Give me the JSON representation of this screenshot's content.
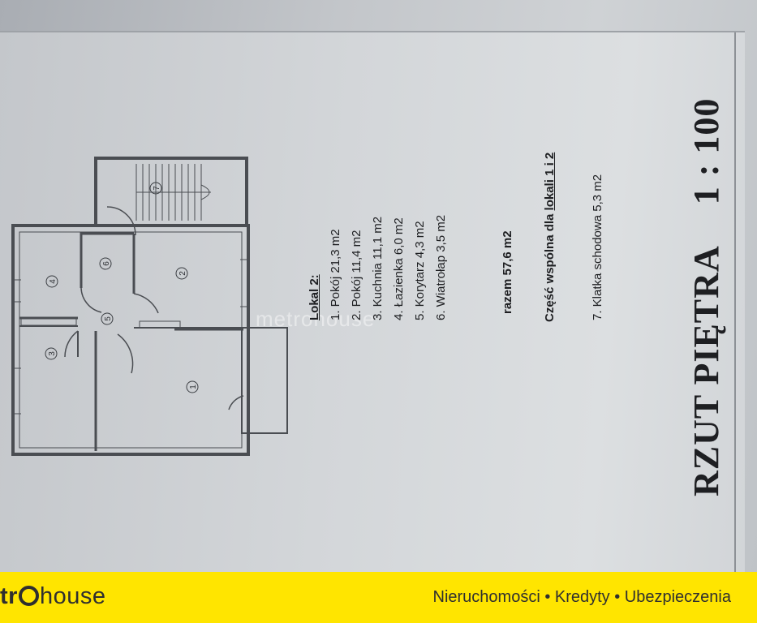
{
  "plan": {
    "room_markers": [
      "1",
      "2",
      "3",
      "4",
      "5",
      "6",
      "7"
    ]
  },
  "legend": {
    "heading": "Lokal 2:",
    "rooms": [
      "1. Pokój 21,3 m2",
      "2. Pokój 11,4 m2",
      "3. Kuchnia 11,1 m2",
      "4. Łazienka 6,0 m2",
      "5. Korytarz 4,3 m2",
      "6. Wiatrołap 3,5 m2"
    ],
    "total": "razem 57,6 m2"
  },
  "common_part": {
    "heading_start": "Część wspólna dla ",
    "heading_underlined": "lokali 1 i 2",
    "item": "7. Klatka schodowa 5,3 m2"
  },
  "title": {
    "label": "RZUT PIĘTRA",
    "scale": "1 : 100"
  },
  "watermark": "metrohouse",
  "footer": {
    "brand_prefix": "tr",
    "brand_suffix": "house",
    "services": "Nieruchomości • Kredyty • Ubezpieczenia"
  }
}
